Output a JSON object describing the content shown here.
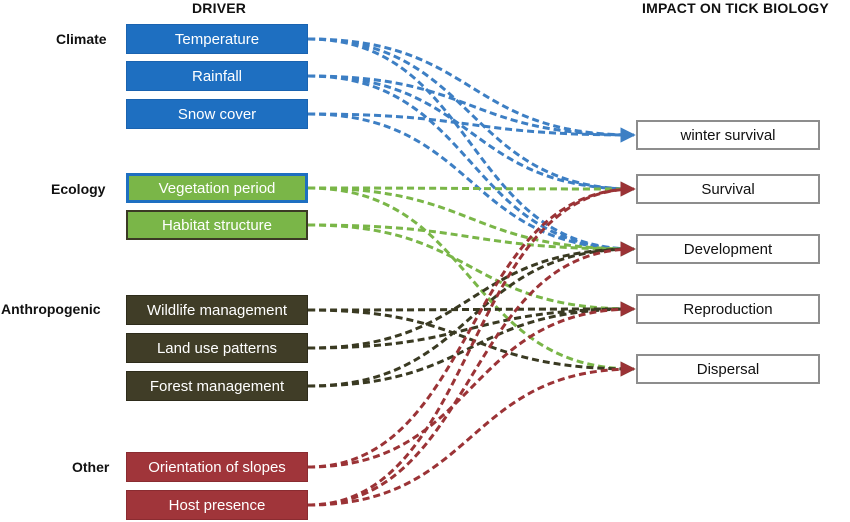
{
  "headers": {
    "driver": "DRIVER",
    "impact": "IMPACT ON TICK BIOLOGY"
  },
  "groups": {
    "climate": "Climate",
    "ecology": "Ecology",
    "anthropogenic": "Anthropogenic",
    "other": "Other"
  },
  "drivers": [
    {
      "label": "Temperature",
      "group": "climate"
    },
    {
      "label": "Rainfall",
      "group": "climate"
    },
    {
      "label": "Snow cover",
      "group": "climate"
    },
    {
      "label": "Vegetation period",
      "group": "ecology"
    },
    {
      "label": "Habitat structure",
      "group": "ecology"
    },
    {
      "label": "Wildlife management",
      "group": "anthropogenic"
    },
    {
      "label": "Land use patterns",
      "group": "anthropogenic"
    },
    {
      "label": "Forest management",
      "group": "anthropogenic"
    },
    {
      "label": "Orientation of slopes",
      "group": "other"
    },
    {
      "label": "Host presence",
      "group": "other"
    }
  ],
  "impacts": [
    "winter survival",
    "Survival",
    "Development",
    "Reproduction",
    "Dispersal"
  ],
  "colors": {
    "climate": "#3d7fc4",
    "ecology": "#7ab648",
    "anthropogenic": "#3a3a22",
    "other": "#9b3336"
  },
  "links": [
    {
      "from": 0,
      "to": [
        0,
        1,
        2
      ]
    },
    {
      "from": 1,
      "to": [
        0,
        1,
        2
      ]
    },
    {
      "from": 2,
      "to": [
        0,
        2
      ]
    },
    {
      "from": 3,
      "to": [
        1,
        2,
        4
      ]
    },
    {
      "from": 4,
      "to": [
        2,
        3
      ]
    },
    {
      "from": 5,
      "to": [
        3,
        4
      ]
    },
    {
      "from": 6,
      "to": [
        2,
        3
      ]
    },
    {
      "from": 7,
      "to": [
        2,
        3
      ]
    },
    {
      "from": 8,
      "to": [
        1,
        3
      ]
    },
    {
      "from": 9,
      "to": [
        1,
        2,
        4
      ]
    }
  ]
}
